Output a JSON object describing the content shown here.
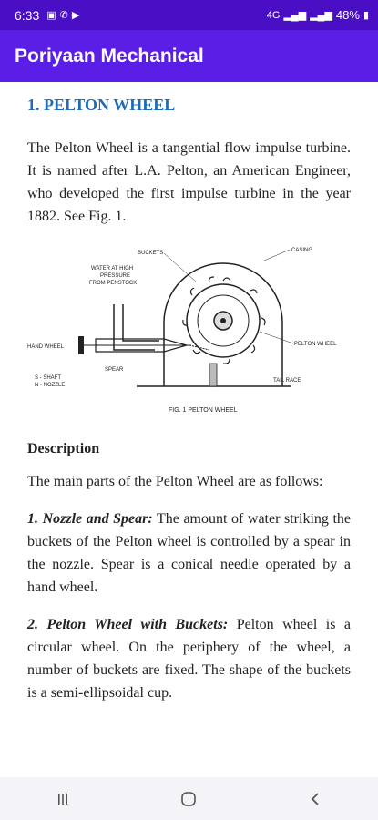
{
  "status_bar": {
    "time": "6:33",
    "battery": "48%",
    "network": "4G",
    "icons": [
      "gallery-icon",
      "call-icon",
      "youtube-icon",
      "signal-icon",
      "battery-icon"
    ]
  },
  "app_bar": {
    "title": "Poriyaan Mechanical"
  },
  "article": {
    "heading": "1. PELTON WHEEL",
    "intro": "The Pelton Wheel is a tangential flow impulse turbine. It is named after L.A. Pelton, an American Engineer, who developed the first impulse turbine in the year 1882. See Fig. 1.",
    "figure": {
      "caption": "FIG. 1    PELTON WHEEL",
      "labels": {
        "buckets": "BUCKETS",
        "casing": "CASING",
        "water": "WATER AT HIGH",
        "pressure": "PRESSURE",
        "penstock": "FROM PENSTOCK",
        "hand_wheel": "HAND WHEEL",
        "pelton_wheel": "PELTON WHEEL",
        "spear": "SPEAR",
        "shaft": "S - SHAFT",
        "nozzle": "N - NOZZLE",
        "tail_race": "TAIL RACE"
      }
    },
    "description_heading": "Description",
    "description_intro": "The main parts of the Pelton Wheel are as follows:",
    "item1_term": "1. Nozzle and Spear:",
    "item1_text": " The amount of water striking the buckets of the Pelton wheel is controlled by a spear in the nozzle. Spear is a conical needle operated by a hand wheel.",
    "item2_term": "2. Pelton Wheel with Buckets:",
    "item2_text": " Pelton wheel is a circular wheel. On the periphery of the wheel, a number of buckets are fixed. The shape of the buckets is a semi-ellipsoidal cup."
  },
  "colors": {
    "status_bar": "#4a0fc4",
    "app_bar": "#5b1ee6",
    "heading": "#1f6bb5"
  }
}
